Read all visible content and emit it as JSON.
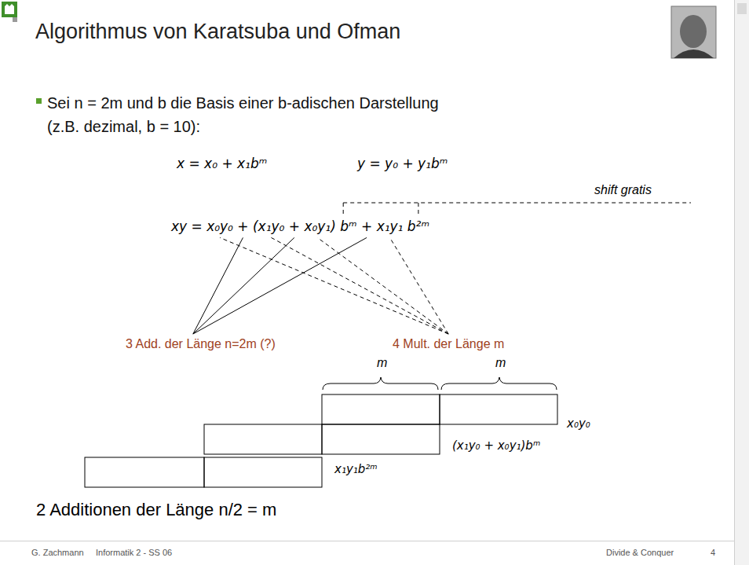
{
  "diagram": {
    "title": "Algorithmus von Karatsuba und Ofman",
    "labels": [
      "Sei n = 2m und b die Basis einer b-adischen Darstellung (z.B. dezimal, b = 10):",
      "x = x₀ + x₁bᵐ",
      "y = y₀ + y₁bᵐ",
      "shift gratis",
      "xy = x₀y₀ + (x₁y₀ + x₀y₁) bᵐ + x₁y₁ b²ᵐ",
      "3 Add. der Länge n=2m (?)",
      "4 Mult. der Länge m",
      "m",
      "m",
      "x₀y₀",
      "(x₁y₀ + x₀y₁)bᵐ",
      "x₁y₁b²ᵐ",
      "2 Additionen der Länge n/2 = m",
      "G. Zachmann",
      "Informatik 2 - SS 06",
      "Divide & Conquer",
      "4"
    ]
  }
}
